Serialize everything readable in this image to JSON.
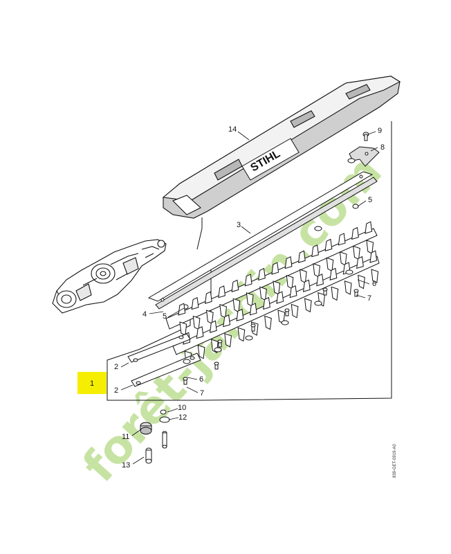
{
  "labels": {
    "n1": "1",
    "n2a": "2",
    "n2b": "2",
    "n3": "3",
    "n4": "4",
    "n5a": "5",
    "n5b": "5",
    "n6a": "6",
    "n6b": "6",
    "n7a": "7",
    "n7b": "7",
    "n8": "8",
    "n9": "9",
    "n10": "10",
    "n11": "11",
    "n12": "12",
    "n13": "13",
    "n14": "14"
  },
  "brand_logo": "STIHL",
  "watermark": "forêt-jardin.com",
  "drawing_code": "839-GET-0919-A0",
  "colors": {
    "highlight": "#f5ee00",
    "watermark_green": "#bedf94",
    "watermark_orange": "#f2b27a",
    "line": "#111111"
  }
}
